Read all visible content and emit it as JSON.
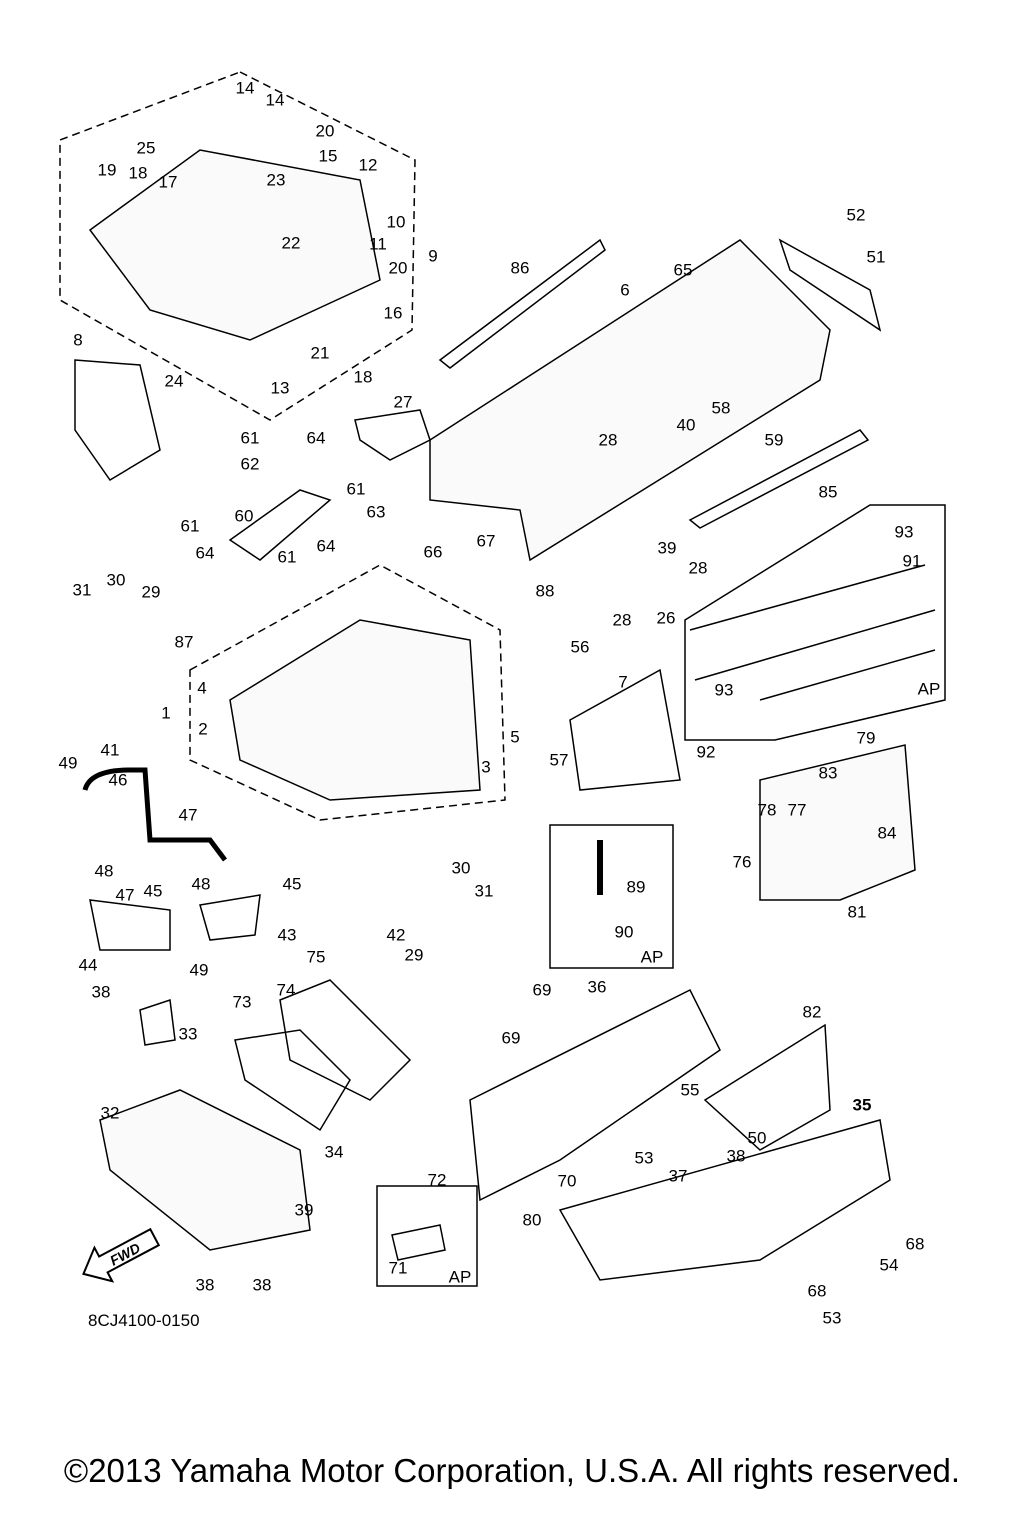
{
  "diagram": {
    "title_code": "8CJ4100-0150",
    "copyright": "©2013 Yamaha Motor Corporation, U.S.A. All rights reserved.",
    "direction_arrow": "FWD",
    "callouts": [
      "14",
      "14",
      "25",
      "20",
      "15",
      "19",
      "18",
      "17",
      "23",
      "12",
      "10",
      "22",
      "11",
      "20",
      "9",
      "21",
      "16",
      "13",
      "18",
      "8",
      "24",
      "86",
      "65",
      "6",
      "52",
      "51",
      "27",
      "58",
      "59",
      "28",
      "40",
      "85",
      "61",
      "62",
      "64",
      "61",
      "63",
      "60",
      "61",
      "64",
      "64",
      "61",
      "66",
      "67",
      "39",
      "93",
      "91",
      "28",
      "28",
      "26",
      "31",
      "30",
      "29",
      "87",
      "88",
      "56",
      "7",
      "4",
      "1",
      "2",
      "5",
      "57",
      "92",
      "93",
      "AP",
      "79",
      "83",
      "78",
      "77",
      "84",
      "76",
      "81",
      "49",
      "41",
      "46",
      "47",
      "3",
      "89",
      "90",
      "AP",
      "48",
      "47",
      "45",
      "48",
      "45",
      "30",
      "31",
      "44",
      "43",
      "42",
      "29",
      "49",
      "38",
      "33",
      "75",
      "74",
      "73",
      "69",
      "36",
      "82",
      "69",
      "55",
      "32",
      "34",
      "35",
      "50",
      "38",
      "53",
      "37",
      "70",
      "72",
      "39",
      "80",
      "68",
      "71",
      "AP",
      "54",
      "68",
      "38",
      "38",
      "53"
    ]
  }
}
